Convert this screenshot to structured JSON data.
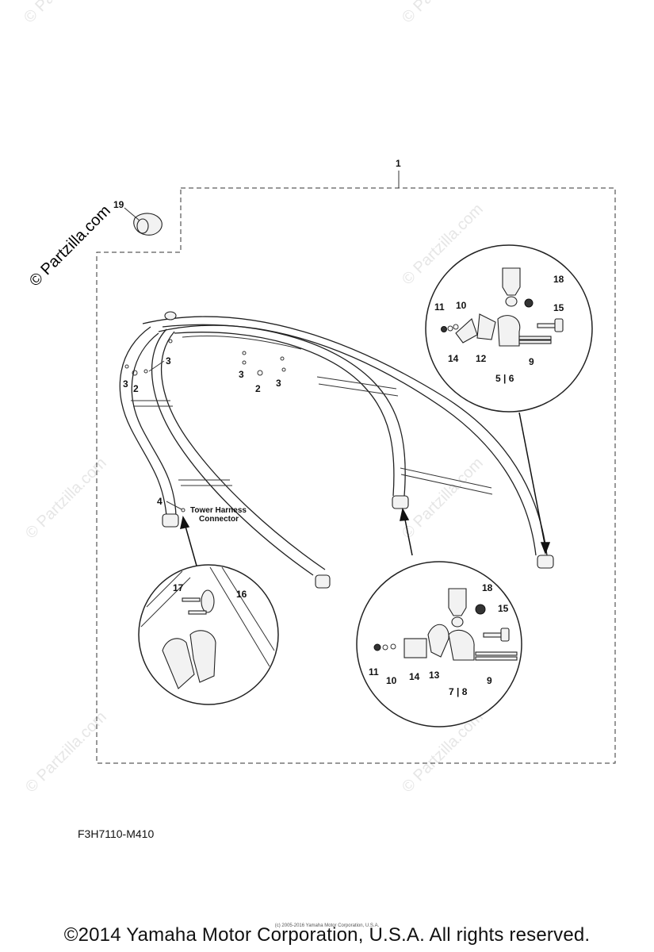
{
  "diagram_code": "F3H7110-M410",
  "copyright": "©2014 Yamaha Motor Corporation, U.S.A. All rights reserved.",
  "fine_print": "(c) 2005-2016 Yamaha Motor Corporation, U.S.A.",
  "watermark": "© Partzilla.com",
  "note_connector": {
    "line1": "Tower Harness",
    "line2": "Connector"
  },
  "callouts": {
    "main_assembly": "1",
    "c19": "19",
    "main_2a": "2",
    "main_2b": "2",
    "main_3a": "3",
    "main_3b": "3",
    "main_3c": "3",
    "main_3d": "3",
    "main_4": "4",
    "top_18": "18",
    "top_11": "11",
    "top_10": "10",
    "top_15": "15",
    "top_14": "14",
    "top_12": "12",
    "top_9": "9",
    "top_56": "5 | 6",
    "left_17": "17",
    "left_16": "16",
    "right_18": "18",
    "right_15": "15",
    "right_11": "11",
    "right_10": "10",
    "right_14": "14",
    "right_13": "13",
    "right_9": "9",
    "right_78": "7 | 8"
  }
}
